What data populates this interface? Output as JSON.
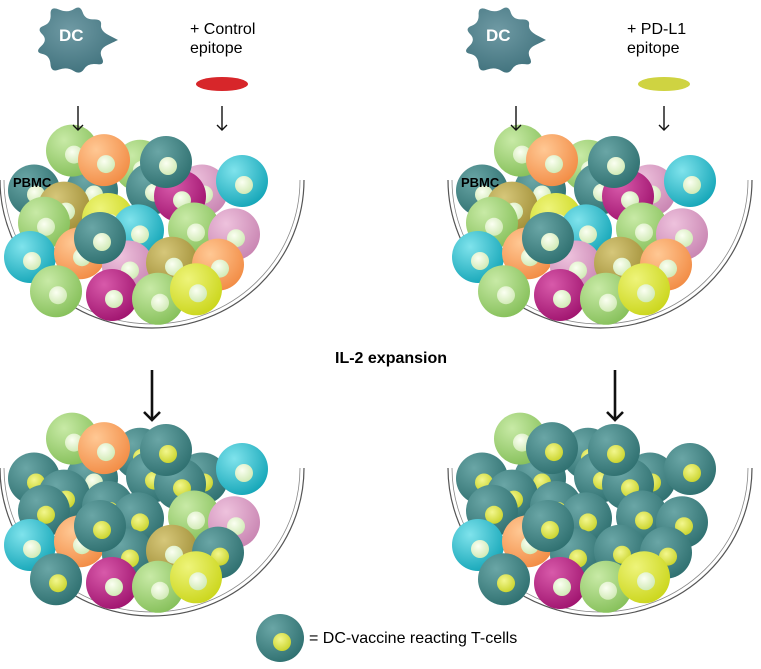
{
  "panels": {
    "left": {
      "dc_label": "DC",
      "epitope_lines": [
        "+ Control",
        "epitope"
      ],
      "epitope_color": "#d7262a",
      "pbmc_label": "PBMC"
    },
    "right": {
      "dc_label": "DC",
      "epitope_lines": [
        "+ PD-L1",
        "epitope"
      ],
      "epitope_color": "#cfd341",
      "pbmc_label": "PBMC"
    }
  },
  "center_label": "IL-2 expansion",
  "legend": {
    "text": "= DC-vaccine reacting T-cells"
  },
  "colors": {
    "dc": "#4a7f8a",
    "teal_cell": "#3f8383",
    "cyan_cell": "#22b8c8",
    "green_cell": "#9dd074",
    "orange_cell": "#f7a261",
    "magenta_cell": "#b81f86",
    "pink_cell": "#d79ac4",
    "yellow_cell": "#dce62c",
    "olive_cell": "#b8a74a",
    "nucleus": "#e9f5d0",
    "yellow_nucleus": "#dde642"
  },
  "icons": [
    "dendritic-cell-icon",
    "down-arrow-icon",
    "bowl-icon",
    "cell-icon"
  ]
}
